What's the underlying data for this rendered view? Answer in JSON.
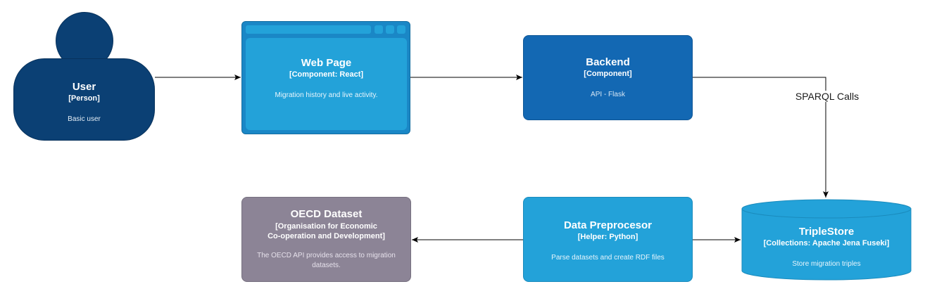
{
  "nodes": {
    "user": {
      "title": "User",
      "subtitle": "[Person]",
      "description": "Basic user"
    },
    "webpage": {
      "title": "Web Page",
      "subtitle": "[Component: React]",
      "description": "Migration history and live activity."
    },
    "backend": {
      "title": "Backend",
      "subtitle": "[Component]",
      "description": "API - Flask"
    },
    "oecd": {
      "title": "OECD Dataset",
      "subtitle_line1": "[Organisation for Economic",
      "subtitle_line2": "Co-operation and Development]",
      "description": "The OECD API provides access to migration datasets."
    },
    "preprocessor": {
      "title": "Data Preprocesor",
      "subtitle": "[Helper: Python]",
      "description": "Parse datasets and create RDF files"
    },
    "triplestore": {
      "title": "TripleStore",
      "subtitle": "[Collections: Apache Jena Fuseki]",
      "description": "Store migration triples"
    }
  },
  "edges": {
    "backend_to_triplestore_label": "SPARQL Calls"
  },
  "colors": {
    "person": "#0b4074",
    "component_dark": "#1368b3",
    "component_light": "#23a2d9",
    "external": "#8c8496",
    "edge": "#000000"
  }
}
